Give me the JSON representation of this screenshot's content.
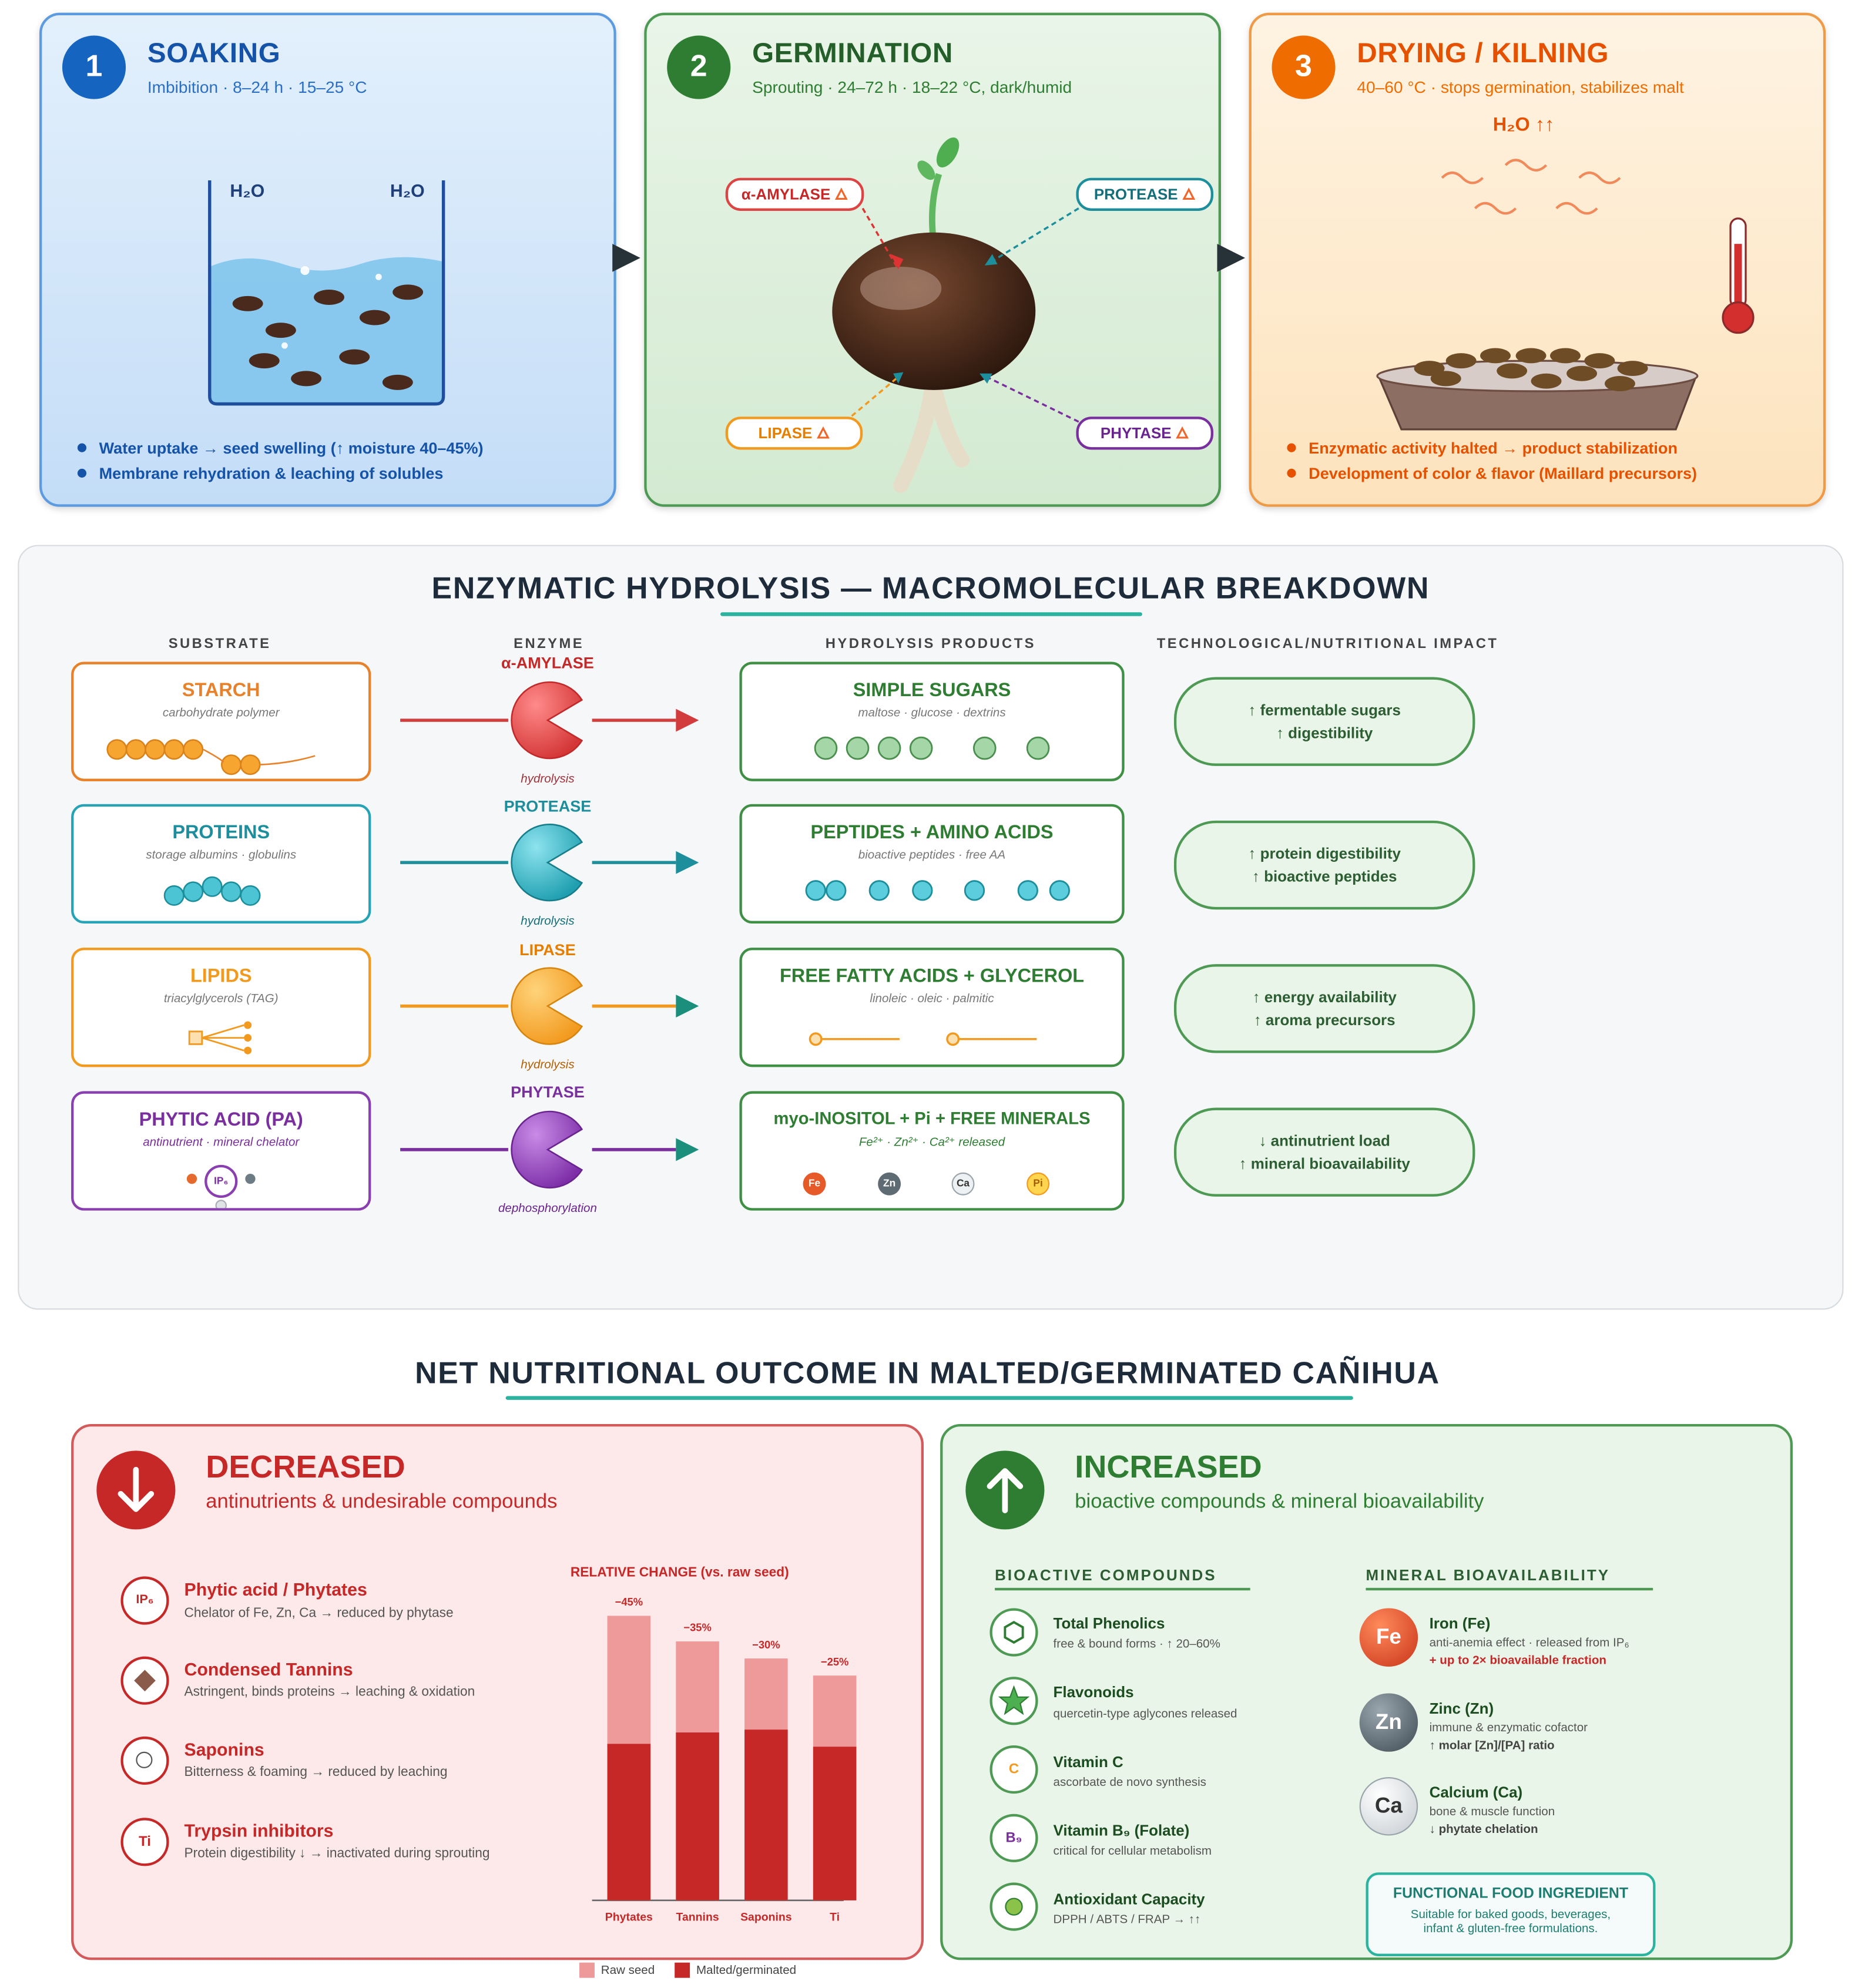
{
  "stages": [
    {
      "num": "1",
      "title": "SOAKING",
      "subtitle": "Imbibition · 8–24 h · 15–25 °C",
      "water": [
        "H₂O",
        "H₂O"
      ],
      "bullets": [
        "Water uptake → seed swelling (↑ moisture 40–45%)",
        "Membrane rehydration & leaching of solubles"
      ]
    },
    {
      "num": "2",
      "title": "GERMINATION",
      "subtitle": "Sprouting · 24–72 h · 18–22 °C, dark/humid",
      "enzymes": [
        "α-AMYLASE",
        "PROTEASE",
        "LIPASE",
        "PHYTASE"
      ]
    },
    {
      "num": "3",
      "title": "DRYING / KILNING",
      "subtitle": "40–60 °C · stops germination, stabilizes malt",
      "steam": "H₂O ↑↑",
      "bullets": [
        "Enzymatic activity halted → product stabilization",
        "Development of color & flavor (Maillard precursors)"
      ]
    }
  ],
  "hydrolysis": {
    "title": "ENZYMATIC HYDROLYSIS — MACROMOLECULAR BREAKDOWN",
    "headers": [
      "SUBSTRATE",
      "ENZYME",
      "HYDROLYSIS PRODUCTS",
      "TECHNOLOGICAL/NUTRITIONAL IMPACT"
    ],
    "rows": [
      {
        "substrate": "STARCH",
        "substrate_sub": "carbohydrate polymer",
        "enzyme": "α-AMYLASE",
        "action": "hydrolysis",
        "product": "SIMPLE SUGARS",
        "product_sub": "maltose · glucose · dextrins",
        "impact": [
          "↑ fermentable sugars",
          "↑ digestibility"
        ],
        "color": "#e34a4a",
        "sub_color": "#e8822a"
      },
      {
        "substrate": "PROTEINS",
        "substrate_sub": "storage albumins · globulins",
        "enzyme": "PROTEASE",
        "action": "hydrolysis",
        "product": "PEPTIDES + AMINO ACIDS",
        "product_sub": "bioactive peptides · free AA",
        "impact": [
          "↑ protein digestibility",
          "↑ bioactive peptides"
        ],
        "color": "#26a3b5",
        "sub_color": "#1c8e9c"
      },
      {
        "substrate": "LIPIDS",
        "substrate_sub": "triacylglycerols (TAG)",
        "enzyme": "LIPASE",
        "action": "hydrolysis",
        "product": "FREE FATTY ACIDS + GLYCEROL",
        "product_sub": "linoleic · oleic · palmitic",
        "impact": [
          "↑ energy availability",
          "↑ aroma precursors"
        ],
        "color": "#f29a1f",
        "sub_color": "#f29a1f"
      },
      {
        "substrate": "PHYTIC ACID (PA)",
        "substrate_sub": "antinutrient · mineral chelator",
        "enzyme": "PHYTASE",
        "action": "dephosphorylation",
        "product": "myo-INOSITOL + Pi + FREE MINERALS",
        "product_sub": "Fe²⁺ · Zn²⁺ · Ca²⁺ released",
        "impact": [
          "↓ antinutrient load",
          "↑ mineral bioavailability"
        ],
        "color": "#8a3fb0",
        "sub_color": "#7a2f9e"
      }
    ],
    "mineral_tokens": [
      "Fe",
      "Zn",
      "Ca",
      "Pi"
    ],
    "ip6_label": "IP₆"
  },
  "outcome": {
    "title": "NET NUTRITIONAL OUTCOME IN MALTED/GERMINATED CAÑIHUA",
    "decreased": {
      "title": "DECREASED",
      "subtitle": "antinutrients & undesirable compounds",
      "items": [
        {
          "icon": "IP₆",
          "title": "Phytic acid / Phytates",
          "desc": "Chelator of Fe, Zn, Ca → reduced by phytase"
        },
        {
          "icon": "",
          "title": "Condensed Tannins",
          "desc": "Astringent, binds proteins → leaching & oxidation"
        },
        {
          "icon": "",
          "title": "Saponins",
          "desc": "Bitterness & foaming → reduced by leaching"
        },
        {
          "icon": "Ti",
          "title": "Trypsin inhibitors",
          "desc": "Protein digestibility ↓ → inactivated during sprouting"
        }
      ]
    },
    "increased": {
      "title": "INCREASED",
      "subtitle": "bioactive compounds & mineral bioavailability",
      "bioactive_header": "BIOACTIVE COMPOUNDS",
      "bioactives": [
        {
          "icon": "",
          "title": "Total Phenolics",
          "desc": "free & bound forms · ↑ 20–60%"
        },
        {
          "icon": "",
          "title": "Flavonoids",
          "desc": "quercetin-type aglycones released"
        },
        {
          "icon": "C",
          "title": "Vitamin C",
          "desc": "ascorbate de novo synthesis"
        },
        {
          "icon": "B₉",
          "title": "Vitamin B₉ (Folate)",
          "desc": "critical for cellular metabolism"
        },
        {
          "icon": "",
          "title": "Antioxidant Capacity",
          "desc": "DPPH / ABTS / FRAP → ↑↑"
        }
      ],
      "mineral_header": "MINERAL BIOAVAILABILITY",
      "minerals": [
        {
          "symbol": "Fe",
          "title": "Iron (Fe)",
          "desc": "anti-anemia effect · released from IP₆",
          "highlight": "+ up to 2× bioavailable fraction"
        },
        {
          "symbol": "Zn",
          "title": "Zinc (Zn)",
          "desc": "immune & enzymatic cofactor",
          "highlight": "↑ molar [Zn]/[PA] ratio"
        },
        {
          "symbol": "Ca",
          "title": "Calcium (Ca)",
          "desc": "bone & muscle function",
          "highlight": "↓ phytate chelation"
        }
      ],
      "functional": {
        "title": "FUNCTIONAL FOOD INGREDIENT",
        "lines": [
          "Suitable for baked goods, beverages,",
          "infant & gluten-free formulations."
        ]
      }
    }
  },
  "chart_data": {
    "type": "bar",
    "title": "RELATIVE CHANGE (vs. raw seed)",
    "categories": [
      "Phytates",
      "Tannins",
      "Saponins",
      "Ti"
    ],
    "series": [
      {
        "name": "Raw seed",
        "values": [
          100,
          91,
          85,
          79
        ],
        "color": "#ef9a9a"
      },
      {
        "name": "Malted/germinated",
        "values": [
          55,
          59,
          60,
          54
        ],
        "color": "#c62828"
      }
    ],
    "data_labels": [
      "−45%",
      "−35%",
      "−30%",
      "−25%"
    ],
    "ylim": [
      0,
      100
    ]
  },
  "colors": {
    "blue": "#1565c0",
    "green": "#2e7d32",
    "orange": "#ef6c00",
    "red": "#c62828"
  }
}
